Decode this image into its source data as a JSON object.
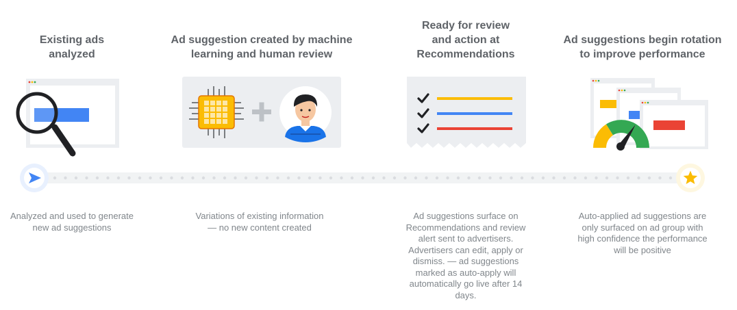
{
  "steps": [
    {
      "title_lines": [
        "Existing ads",
        "analyzed"
      ],
      "desc_lines": [
        "Analyzed and used to generate",
        "new ad suggestions"
      ],
      "icon": "magnifier-over-ad-icon"
    },
    {
      "title_lines": [
        "Ad suggestion created by machine",
        "learning and human review"
      ],
      "desc_lines": [
        "Variations of existing information",
        "— no new content created"
      ],
      "icon": "chip-plus-person-icon"
    },
    {
      "title_lines": [
        "Ready for review",
        "and action at",
        "Recommendations"
      ],
      "desc_lines": [
        "Ad suggestions surface on",
        "Recommendations and review",
        "alert sent to advertisers.",
        "Advertisers can edit, apply or",
        "dismiss. — ad suggestions",
        "marked as auto-apply will",
        "automatically go live after 14",
        "days."
      ],
      "icon": "checklist-receipt-icon"
    },
    {
      "title_lines": [
        "Ad suggestions begin rotation",
        "to improve performance"
      ],
      "desc_lines": [
        "Auto-applied ad suggestions are",
        "only surfaced on ad group with",
        "high confidence the performance",
        "will be positive"
      ],
      "icon": "stacked-ads-gauge-icon"
    }
  ],
  "timeline": {
    "start_icon": "arrow-start-icon",
    "end_icon": "star-end-icon"
  },
  "colors": {
    "blue": "#4285f4",
    "red": "#ea4335",
    "yellow": "#fbbc04",
    "green": "#34a853",
    "title_gray": "#5f6368",
    "text_gray": "#80868b",
    "panel_gray": "#eceef1"
  }
}
